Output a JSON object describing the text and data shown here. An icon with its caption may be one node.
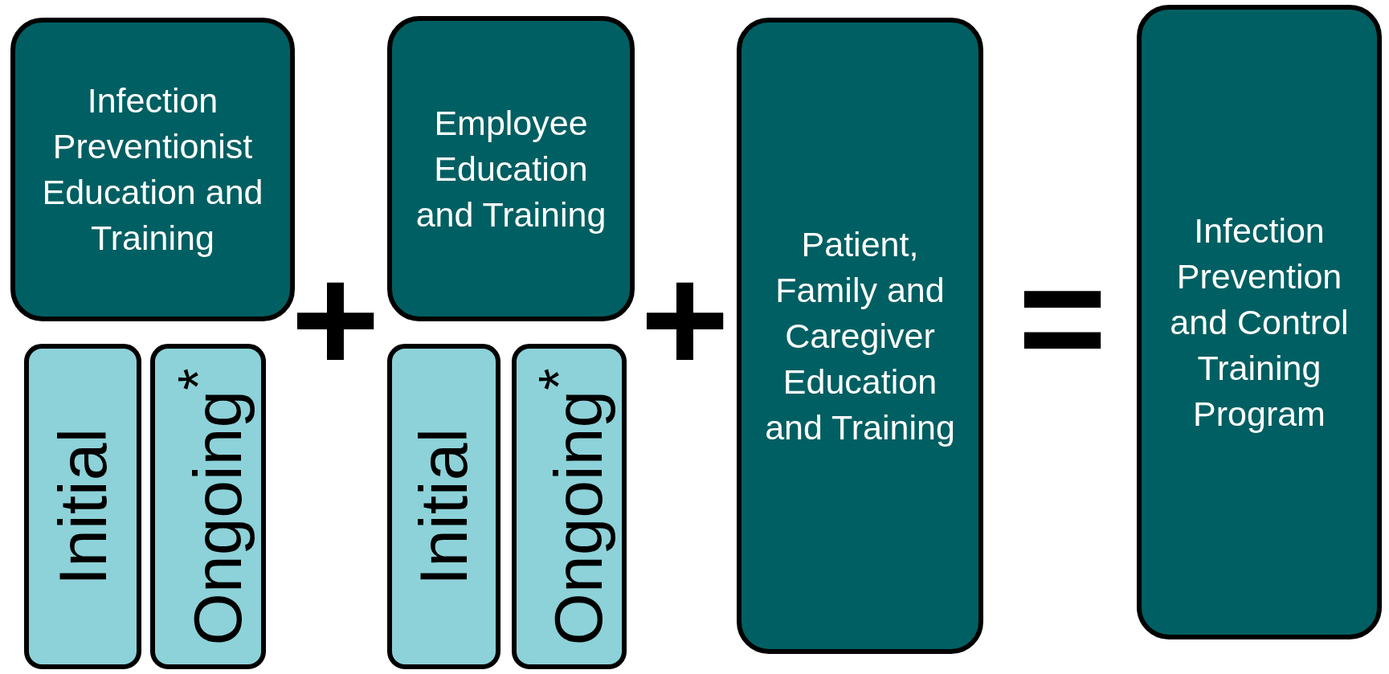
{
  "diagram": {
    "nodes": [
      {
        "text": [
          "Infection Preventionist Education and Training"
        ]
      },
      {
        "text": [
          "Initial"
        ]
      },
      {
        "text": [
          "Ongoing$^{*}$"
        ]
      },
      {
        "text": [
          "Employee Education and Training"
        ]
      },
      {
        "text": [
          "Initial"
        ]
      },
      {
        "text": [
          "Ongoing$^{*}$"
        ]
      },
      {
        "text": [
          "Patient, Family and Caregiver Education and Training"
        ]
      },
      {
        "text": [
          "Infection Prevention and Control Training Program"
        ]
      }
    ],
    "edges": [],
    "labels": [
      "+",
      "+",
      "="
    ]
  }
}
